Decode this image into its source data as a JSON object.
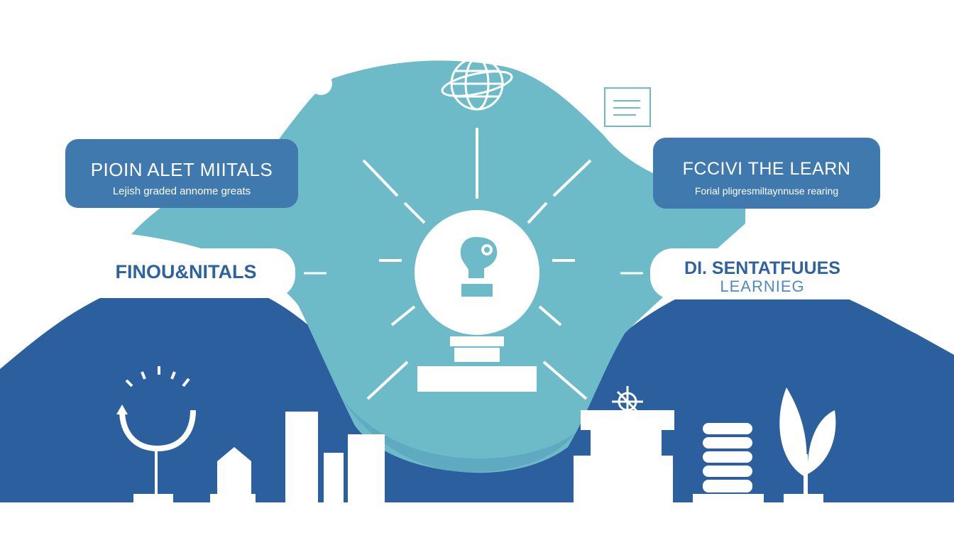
{
  "colors": {
    "dark_blue": "#2b5f9e",
    "light_teal": "#6dbac8",
    "box_blue": "#3f79ad",
    "white": "#ffffff"
  },
  "boxes": {
    "top_left": {
      "title": "PIOIN ALET MIITALS",
      "subtitle": "Lejish graded annome greats"
    },
    "top_right": {
      "title": "FCCIVI THE LEARN",
      "subtitle": "Forial pligresmiltaynnuse rearing"
    },
    "mid_left": {
      "title": "FINOU&NITALS"
    },
    "mid_right": {
      "title": "DI. SENTATFUUES",
      "subtitle": "LEARNIEG"
    }
  },
  "icons": [
    "globe-icon",
    "document-icon",
    "lightbulb-icon",
    "person-head-icon",
    "magnet-icon",
    "building-icon",
    "gear-icon",
    "database-icon",
    "plant-icon"
  ]
}
